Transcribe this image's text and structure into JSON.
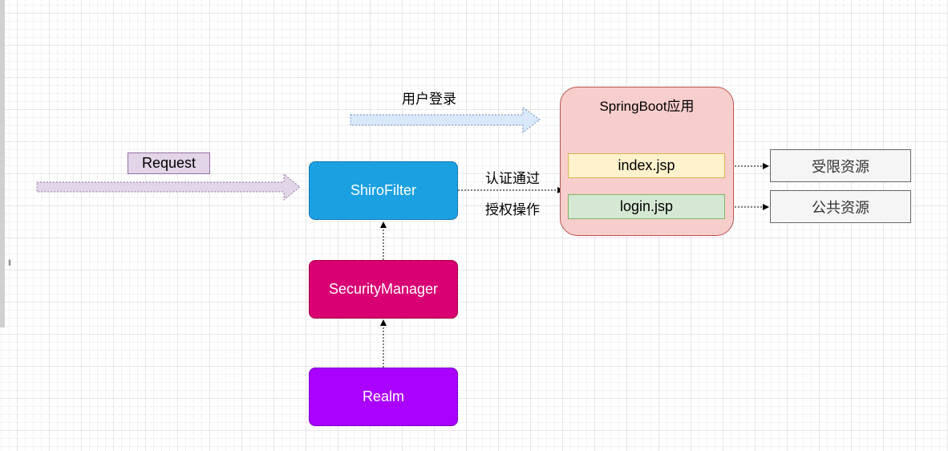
{
  "request": "Request",
  "user_login": "用户登录",
  "shiro_filter": "ShiroFilter",
  "security_manager": "SecurityManager",
  "realm": "Realm",
  "springboot_app": "SpringBoot应用",
  "index_jsp": "index.jsp",
  "login_jsp": "login.jsp",
  "auth_pass": "认证通过",
  "authz_op": "授权操作",
  "restricted_resource": "受限资源",
  "public_resource": "公共资源",
  "colors": {
    "shiro_filter": "#1ba1e2",
    "security_manager": "#d80073",
    "realm": "#aa00ff",
    "app_container": "#f8cecc",
    "index_jsp": "#fff2cc",
    "login_jsp": "#d5e8d4",
    "resource": "#f5f5f5",
    "request": "#e1d5e7",
    "request_arrow": "#e1d5e7",
    "login_arrow": "#dae8fc"
  }
}
